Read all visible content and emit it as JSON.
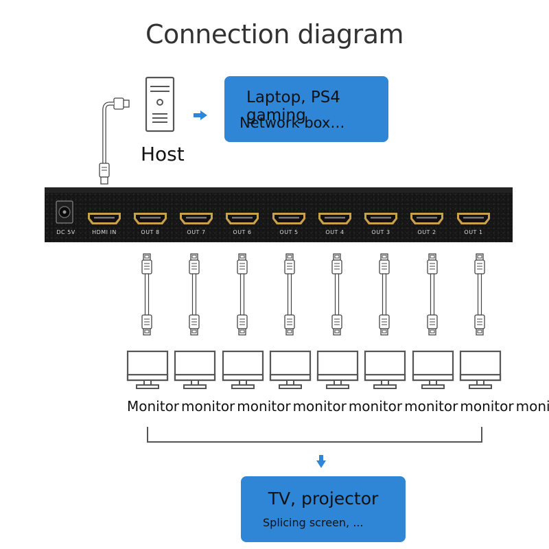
{
  "title": "Connection diagram",
  "host": {
    "label": "Host"
  },
  "source_box": {
    "line1": "Laptop, PS4 gaming",
    "line2": "Network box…"
  },
  "device": {
    "power_label": "DC 5V",
    "ports": [
      "HDMI IN",
      "OUT 8",
      "OUT 7",
      "OUT 6",
      "OUT 5",
      "OUT 4",
      "OUT 3",
      "OUT 2",
      "OUT 1"
    ]
  },
  "monitors": [
    "Monitor",
    "monitor",
    "monitor",
    "monitor",
    "monitor",
    "monitor",
    "monitor",
    "monitor"
  ],
  "output_box": {
    "line1": "TV, projector",
    "line2": "Splicing screen, ..."
  },
  "colors": {
    "box_blue": "#2f86d6",
    "arrow_blue": "#2f86d6",
    "port_gold": "#c9a14a",
    "device_body": "#151515"
  },
  "icons": {
    "host": "computer-tower-icon",
    "monitor": "monitor-icon",
    "cable": "hdmi-cable-icon",
    "arrow": "arrow-icon"
  }
}
